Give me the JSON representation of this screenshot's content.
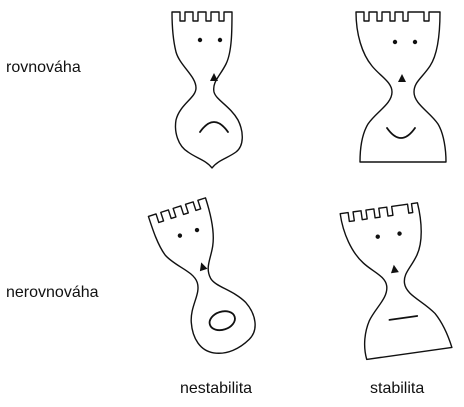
{
  "row_labels": {
    "top": "rovnováha",
    "bottom": "nerovnováha"
  },
  "column_labels": {
    "left": "nestabilita",
    "right": "stabilita"
  },
  "figures": [
    {
      "row": "rovnováha",
      "column": "nestabilita",
      "expression": "frown",
      "base": "pointed"
    },
    {
      "row": "rovnováha",
      "column": "stabilita",
      "expression": "smile",
      "base": "flat"
    },
    {
      "row": "nerovnováha",
      "column": "nestabilita",
      "expression": "open-mouth",
      "base": "rounded",
      "tilt": "left"
    },
    {
      "row": "nerovnováha",
      "column": "stabilita",
      "expression": "flat-line",
      "base": "flat",
      "tilt": "left"
    }
  ],
  "colors": {
    "line": "#111111",
    "background": "#ffffff"
  }
}
